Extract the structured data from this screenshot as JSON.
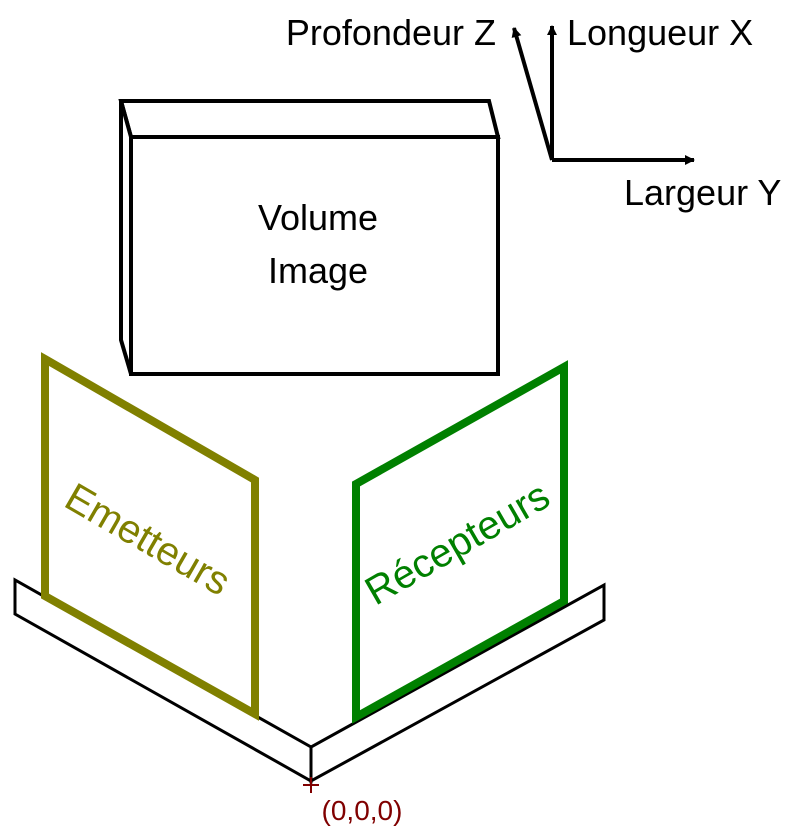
{
  "axes": {
    "depth_label": "Profondeur Z",
    "length_label": "Longueur X",
    "width_label": "Largeur Y"
  },
  "volume": {
    "line1": "Volume",
    "line2": "Image"
  },
  "panels": {
    "emitters_label": "Emetteurs",
    "emitters_color": "#808000",
    "receivers_label": "Récepteurs",
    "receivers_color": "#008000"
  },
  "origin": {
    "label": "(0,0,0)",
    "color": "#800000"
  }
}
